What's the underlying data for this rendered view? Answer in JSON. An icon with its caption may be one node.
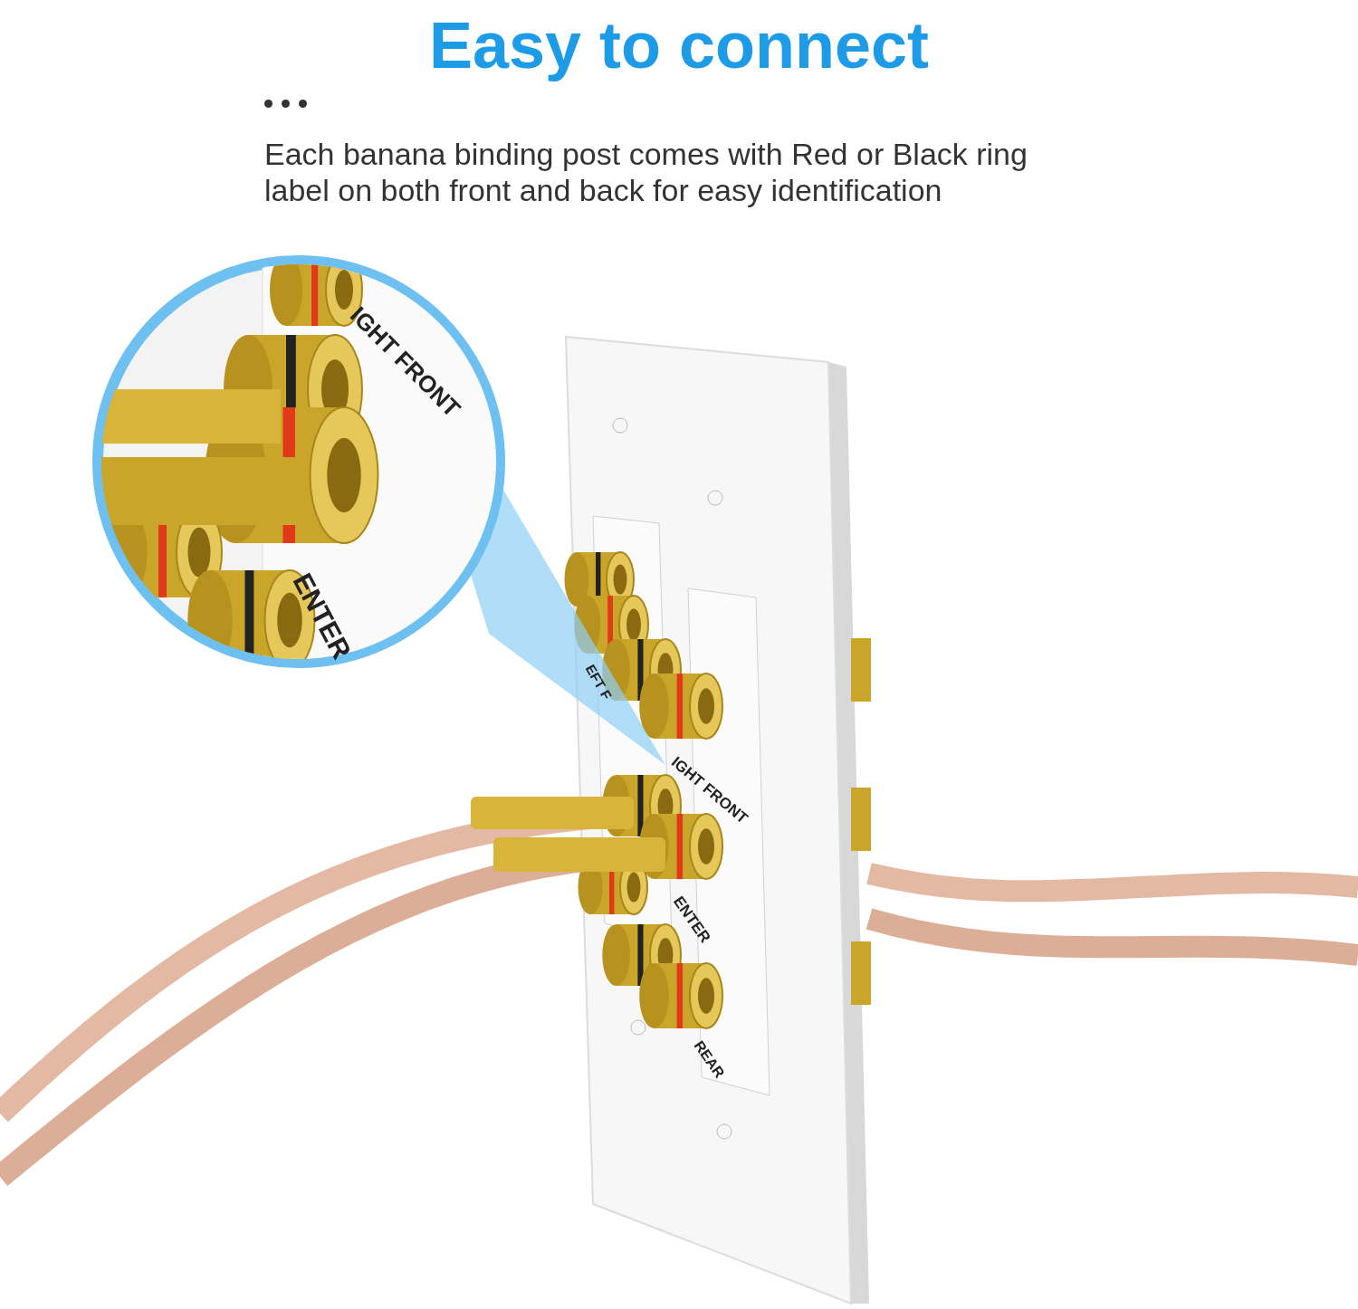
{
  "diagram": {
    "title": "Easy to connect",
    "labels": [
      "Each banana binding post comes with Red or Black ring label on both front and back for easy identification",
      "IGHT FRONT",
      "ENTER",
      "EFT F",
      "IGHT FRONT",
      "ENTER",
      "REAR"
    ]
  }
}
